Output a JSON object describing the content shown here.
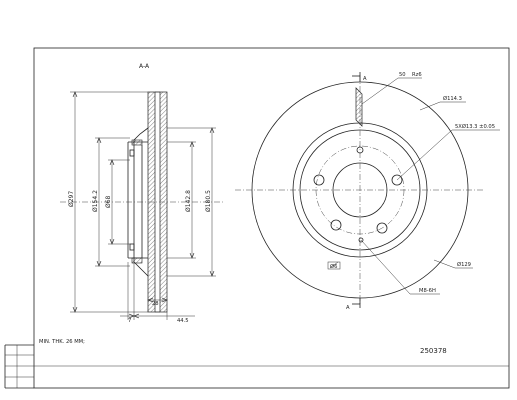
{
  "drawing": {
    "section_label": "A-A",
    "view_marker": "A",
    "part_number": "250378",
    "note": "MIN. THK. 26 MM;"
  },
  "dimensions": {
    "outer_diameter": "Ø297",
    "hat_diameter": "Ø154.2",
    "center_bore": "Ø68",
    "bolt_circle_side": "Ø142.8",
    "inner_vent_diameter": "Ø180.5",
    "thickness": "28",
    "flange": "7",
    "height": "44.5",
    "angle": "50",
    "angle_unit": "Rz6",
    "pcd": "Ø114.3",
    "bolt_holes": "5XØ13.3 ±0.05",
    "thread": "M8-6H",
    "small_dim": "Ø6",
    "face_diameter": "Ø129"
  }
}
